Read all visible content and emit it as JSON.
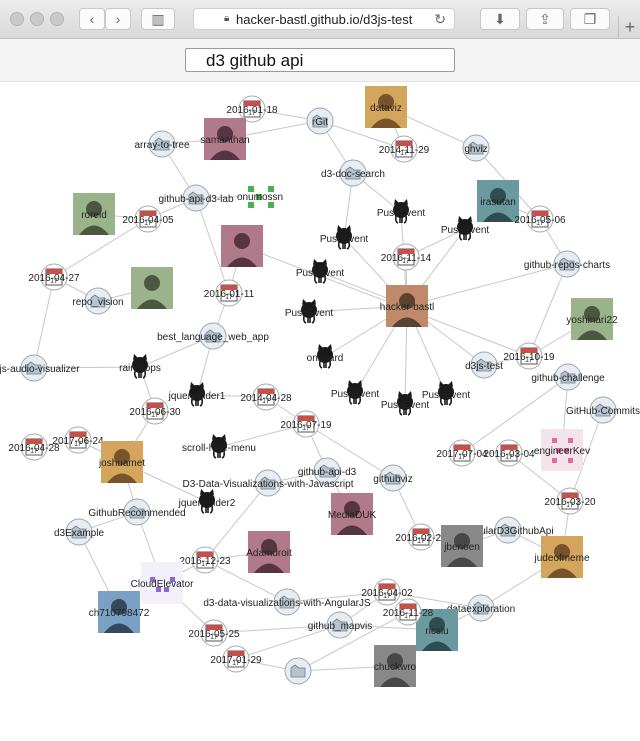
{
  "browser": {
    "url": "hacker-bastl.github.io/d3js-test",
    "back_icon": "chevron-left-icon",
    "forward_icon": "chevron-right-icon",
    "plus_label": "+"
  },
  "search": {
    "value": "d3 github api"
  },
  "graph": {
    "nodes": [
      {
        "id": "n1",
        "label": "hacker-bastl",
        "type": "user"
      },
      {
        "id": "n2",
        "label": "2016-01-18",
        "type": "date"
      },
      {
        "id": "n3",
        "label": "rGit",
        "type": "repo"
      },
      {
        "id": "n4",
        "label": "dataviz",
        "type": "user"
      },
      {
        "id": "n5",
        "label": "array-to-tree",
        "type": "repo"
      },
      {
        "id": "n6",
        "label": "samanthan",
        "type": "user"
      },
      {
        "id": "n7",
        "label": "2014-11-29",
        "type": "date"
      },
      {
        "id": "n8",
        "label": "ghviz",
        "type": "repo"
      },
      {
        "id": "n9",
        "label": "d3-doc-search",
        "type": "repo"
      },
      {
        "id": "n10",
        "label": "onumossn",
        "type": "user"
      },
      {
        "id": "n11",
        "label": "github-api-d3-lab",
        "type": "repo"
      },
      {
        "id": "n12",
        "label": "roreid",
        "type": "user"
      },
      {
        "id": "n13",
        "label": "2016-04-05",
        "type": "date"
      },
      {
        "id": "n14",
        "label": "irasutan",
        "type": "user"
      },
      {
        "id": "n15",
        "label": "2016-05-06",
        "type": "date"
      },
      {
        "id": "n16",
        "label": "PushEvent",
        "type": "event"
      },
      {
        "id": "n17",
        "label": "PushEvent",
        "type": "event"
      },
      {
        "id": "n18",
        "label": "PushEvent",
        "type": "event"
      },
      {
        "id": "n19",
        "label": "2016-11-14",
        "type": "date"
      },
      {
        "id": "n20",
        "label": "PushEvent",
        "type": "event"
      },
      {
        "id": "n21",
        "label": "github-repos-charts",
        "type": "repo"
      },
      {
        "id": "n22",
        "label": "2016-04-27",
        "type": "date"
      },
      {
        "id": "n23",
        "label": "2016-01-11",
        "type": "date"
      },
      {
        "id": "n24",
        "label": "repo_vision",
        "type": "repo"
      },
      {
        "id": "n25",
        "label": "PushEvent",
        "type": "event"
      },
      {
        "id": "n26",
        "label": "yoshinari22",
        "type": "user"
      },
      {
        "id": "n27",
        "label": "best_language_web_app",
        "type": "repo"
      },
      {
        "id": "n28",
        "label": "onboard",
        "type": "event"
      },
      {
        "id": "n29",
        "label": "d3js-test",
        "type": "repo"
      },
      {
        "id": "n30",
        "label": "2016-10-19",
        "type": "date"
      },
      {
        "id": "n31",
        "label": "d3js-audio-visualizer",
        "type": "repo"
      },
      {
        "id": "n32",
        "label": "raindrops",
        "type": "event"
      },
      {
        "id": "n33",
        "label": "jqueryslider1",
        "type": "event"
      },
      {
        "id": "n34",
        "label": "2014-04-28",
        "type": "date"
      },
      {
        "id": "n35",
        "label": "PushEvent",
        "type": "event"
      },
      {
        "id": "n36",
        "label": "PushEvent",
        "type": "event"
      },
      {
        "id": "n37",
        "label": "PushEvent",
        "type": "event"
      },
      {
        "id": "n38",
        "label": "github-challenge",
        "type": "repo"
      },
      {
        "id": "n39",
        "label": "2016-06-30",
        "type": "date"
      },
      {
        "id": "n40",
        "label": "GitHub-Commits",
        "type": "repo"
      },
      {
        "id": "n41",
        "label": "2016-07-19",
        "type": "date"
      },
      {
        "id": "n42",
        "label": "2017-06-24",
        "type": "date"
      },
      {
        "id": "n43",
        "label": "scroll-hide-menu",
        "type": "event"
      },
      {
        "id": "n44",
        "label": "engineerKev",
        "type": "user"
      },
      {
        "id": "n45",
        "label": "2016-04-28",
        "type": "date"
      },
      {
        "id": "n46",
        "label": "joshuamet",
        "type": "user"
      },
      {
        "id": "n47",
        "label": "2017-07-04",
        "type": "date"
      },
      {
        "id": "n48",
        "label": "2016-03-04",
        "type": "date"
      },
      {
        "id": "n49",
        "label": "github-api-d3",
        "type": "repo"
      },
      {
        "id": "n50",
        "label": "githubviz",
        "type": "repo"
      },
      {
        "id": "n51",
        "label": "D3-Data-Visualizations-with-Javascript",
        "type": "repo"
      },
      {
        "id": "n52",
        "label": "2016-03-20",
        "type": "date"
      },
      {
        "id": "n53",
        "label": "jqueryslider2",
        "type": "event"
      },
      {
        "id": "n54",
        "label": "GithubRecommended",
        "type": "repo"
      },
      {
        "id": "n55",
        "label": "MediaDUK",
        "type": "user"
      },
      {
        "id": "n56",
        "label": "d3Example",
        "type": "repo"
      },
      {
        "id": "n57",
        "label": "2016-02-28",
        "type": "date"
      },
      {
        "id": "n58",
        "label": "AngularD3GithubApi",
        "type": "repo"
      },
      {
        "id": "n59",
        "label": "jbenoen",
        "type": "user"
      },
      {
        "id": "n60",
        "label": "judeofmeme",
        "type": "user"
      },
      {
        "id": "n61",
        "label": "2016-12-23",
        "type": "date"
      },
      {
        "id": "n62",
        "label": "Adamdroit",
        "type": "user"
      },
      {
        "id": "n63",
        "label": "CloudElevator",
        "type": "user"
      },
      {
        "id": "n64",
        "label": "2016-04-02",
        "type": "date"
      },
      {
        "id": "n65",
        "label": "ch710798472",
        "type": "user"
      },
      {
        "id": "n66",
        "label": "d3-data-visualizations-with-AngularJS",
        "type": "repo"
      },
      {
        "id": "n67",
        "label": "dataexploration",
        "type": "repo"
      },
      {
        "id": "n68",
        "label": "github_mapvis",
        "type": "repo"
      },
      {
        "id": "n69",
        "label": "2016-05-25",
        "type": "date"
      },
      {
        "id": "n70",
        "label": "ricsiu",
        "type": "user"
      },
      {
        "id": "n71",
        "label": "2017-01-29",
        "type": "date"
      },
      {
        "id": "n72",
        "label": "",
        "type": "repo"
      },
      {
        "id": "n73",
        "label": "chuckwro",
        "type": "user"
      },
      {
        "id": "n74",
        "label": "2016-11-28",
        "type": "date"
      },
      {
        "id": "n75",
        "label": "",
        "type": "user"
      },
      {
        "id": "n76",
        "label": "",
        "type": "user"
      }
    ],
    "links": [
      [
        "n2",
        "n3"
      ],
      [
        "n3",
        "n6"
      ],
      [
        "n3",
        "n9"
      ],
      [
        "n3",
        "n7"
      ],
      [
        "n7",
        "n4"
      ],
      [
        "n4",
        "n8"
      ],
      [
        "n8",
        "n15"
      ],
      [
        "n15",
        "n14"
      ],
      [
        "n15",
        "n21"
      ],
      [
        "n5",
        "n6"
      ],
      [
        "n5",
        "n11"
      ],
      [
        "n11",
        "n10"
      ],
      [
        "n11",
        "n13"
      ],
      [
        "n13",
        "n12"
      ],
      [
        "n13",
        "n22"
      ],
      [
        "n22",
        "n24"
      ],
      [
        "n24",
        "n75"
      ],
      [
        "n9",
        "n16"
      ],
      [
        "n9",
        "n17"
      ],
      [
        "n16",
        "n1"
      ],
      [
        "n17",
        "n1"
      ],
      [
        "n18",
        "n1"
      ],
      [
        "n19",
        "n1"
      ],
      [
        "n20",
        "n1"
      ],
      [
        "n25",
        "n1"
      ],
      [
        "n28",
        "n1"
      ],
      [
        "n29",
        "n1"
      ],
      [
        "n35",
        "n1"
      ],
      [
        "n36",
        "n1"
      ],
      [
        "n37",
        "n1"
      ],
      [
        "n18",
        "n19"
      ],
      [
        "n1",
        "n21"
      ],
      [
        "n21",
        "n30"
      ],
      [
        "n30",
        "n26"
      ],
      [
        "n30",
        "n76"
      ],
      [
        "n38",
        "n44"
      ],
      [
        "n38",
        "n47"
      ],
      [
        "n29",
        "n30"
      ],
      [
        "n11",
        "n23"
      ],
      [
        "n23",
        "n27"
      ],
      [
        "n23",
        "n76"
      ],
      [
        "n27",
        "n33"
      ],
      [
        "n27",
        "n32"
      ],
      [
        "n31",
        "n32"
      ],
      [
        "n31",
        "n22"
      ],
      [
        "n33",
        "n34"
      ],
      [
        "n34",
        "n41"
      ],
      [
        "n41",
        "n49"
      ],
      [
        "n41",
        "n43"
      ],
      [
        "n39",
        "n32"
      ],
      [
        "n39",
        "n46"
      ],
      [
        "n42",
        "n46"
      ],
      [
        "n42",
        "n45"
      ],
      [
        "n46",
        "n54"
      ],
      [
        "n46",
        "n53"
      ],
      [
        "n54",
        "n56"
      ],
      [
        "n56",
        "n65"
      ],
      [
        "n54",
        "n63"
      ],
      [
        "n49",
        "n51"
      ],
      [
        "n49",
        "n55"
      ],
      [
        "n50",
        "n41"
      ],
      [
        "n50",
        "n57"
      ],
      [
        "n57",
        "n58"
      ],
      [
        "n58",
        "n59"
      ],
      [
        "n58",
        "n60"
      ],
      [
        "n47",
        "n48"
      ],
      [
        "n48",
        "n52"
      ],
      [
        "n52",
        "n60"
      ],
      [
        "n40",
        "n52"
      ],
      [
        "n51",
        "n61"
      ],
      [
        "n61",
        "n63"
      ],
      [
        "n61",
        "n62"
      ],
      [
        "n61",
        "n66"
      ],
      [
        "n66",
        "n64"
      ],
      [
        "n64",
        "n67"
      ],
      [
        "n67",
        "n70"
      ],
      [
        "n67",
        "n60"
      ],
      [
        "n68",
        "n64"
      ],
      [
        "n68",
        "n70"
      ],
      [
        "n68",
        "n71"
      ],
      [
        "n69",
        "n68"
      ],
      [
        "n69",
        "n63"
      ],
      [
        "n71",
        "n72"
      ],
      [
        "n72",
        "n73"
      ],
      [
        "n72",
        "n74"
      ]
    ]
  },
  "colors": {
    "toolbar_bg": "#dedede",
    "link": "#c8c8c8",
    "repo_fill": "#e9edf2",
    "calendar_red": "#c9504a",
    "octocat": "#1a1a1a",
    "avatar_green": "#4caf50",
    "avatar_pink": "#e06ba0",
    "avatar_purple": "#8a6ad0"
  }
}
